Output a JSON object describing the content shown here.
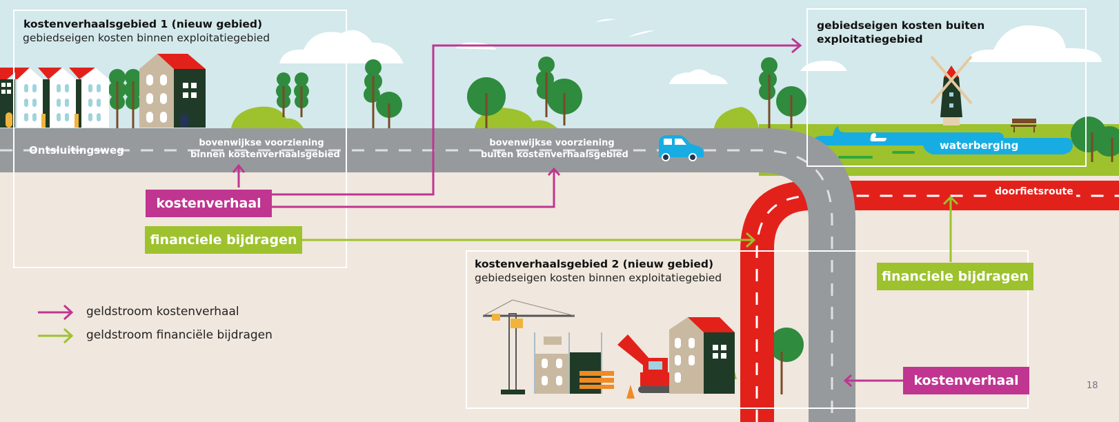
{
  "colors": {
    "sky": "#d3e9ec",
    "ground": "#f0e7de",
    "road": "#969a9d",
    "bike_route": "#e3211b",
    "grass": "#9dc22d",
    "water": "#17ade2",
    "kostenverhaal": "#bf3590",
    "financiele_bijdragen": "#9dc22d"
  },
  "area1": {
    "title": "kostenverhaalsgebied 1 (nieuw gebied)",
    "subtitle": "gebiedseigen kosten binnen exploitatiegebied"
  },
  "area2": {
    "title": "kostenverhaalsgebied 2 (nieuw gebied)",
    "subtitle": "gebiedseigen kosten binnen exploitatiegebied"
  },
  "area3": {
    "title_line1": "gebiedseigen kosten buiten",
    "title_line2": "exploitatiegebied",
    "water_label": "waterberging"
  },
  "road": {
    "main_label": "Ontsluitingsweg",
    "facility_inside_line1": "bovenwijkse voorziening",
    "facility_inside_line2": "binnen kostenverhaalsgebied",
    "facility_outside_line1": "bovenwijkse voorziening",
    "facility_outside_line2": "buiten kostenverhaalsgebied",
    "bike_route_label": "doorfietsroute"
  },
  "tags": {
    "kostenverhaal_1": "kostenverhaal",
    "financiele_bijdragen_1": "financiele bijdragen",
    "financiele_bijdragen_2": "financiele bijdragen",
    "kostenverhaal_2": "kostenverhaal"
  },
  "legend": [
    {
      "label": "geldstroom kostenverhaal",
      "color": "#bf3590",
      "icon": "arrow-right"
    },
    {
      "label": "geldstroom financiële bijdragen",
      "color": "#9dc22d",
      "icon": "arrow-right"
    }
  ],
  "page_number": "18"
}
